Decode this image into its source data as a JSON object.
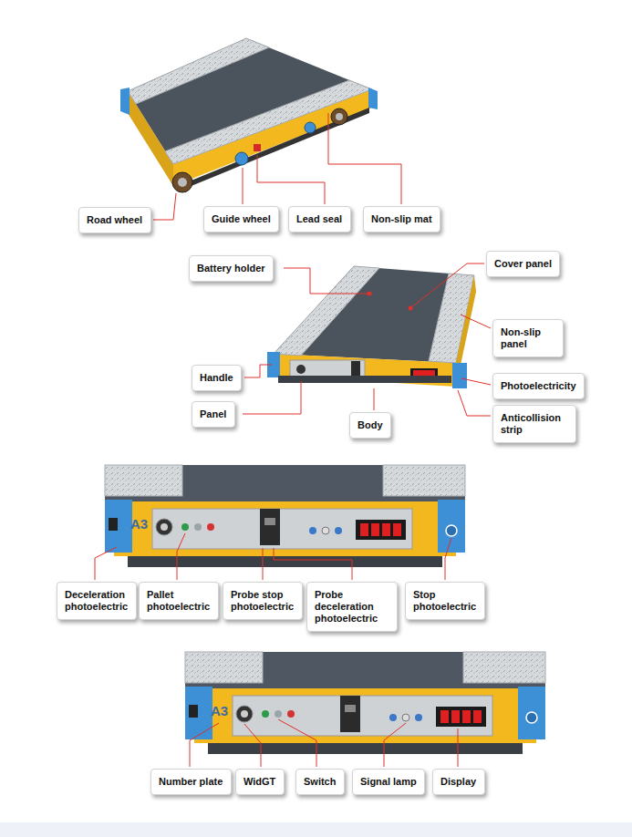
{
  "diagram": {
    "nodes": [
      {
        "text": [
          "Road wheel"
        ]
      },
      {
        "text": [
          "Guide wheel"
        ]
      },
      {
        "text": [
          "Lead seal"
        ]
      },
      {
        "text": [
          "Non-slip mat"
        ]
      },
      {
        "text": [
          "Battery holder"
        ]
      },
      {
        "text": [
          "Cover panel"
        ]
      },
      {
        "text": [
          "Non-slip panel"
        ]
      },
      {
        "text": [
          "Handle"
        ]
      },
      {
        "text": [
          "Photoelectricity"
        ]
      },
      {
        "text": [
          "Panel"
        ]
      },
      {
        "text": [
          "Anticollision strip"
        ]
      },
      {
        "text": [
          "Body"
        ]
      },
      {
        "text": [
          "Deceleration photoelectric"
        ]
      },
      {
        "text": [
          "Pallet photoelectric"
        ]
      },
      {
        "text": [
          "Probe stop photoelectric"
        ]
      },
      {
        "text": [
          "Probe deceleration photoelectric"
        ]
      },
      {
        "text": [
          "Stop photoelectric"
        ]
      },
      {
        "text": [
          "Number plate"
        ]
      },
      {
        "text": [
          "WidGT"
        ]
      },
      {
        "text": [
          "Switch"
        ]
      },
      {
        "text": [
          "Signal lamp"
        ]
      },
      {
        "text": [
          "Display"
        ]
      }
    ],
    "labels": [
      "A3",
      "A3"
    ]
  }
}
